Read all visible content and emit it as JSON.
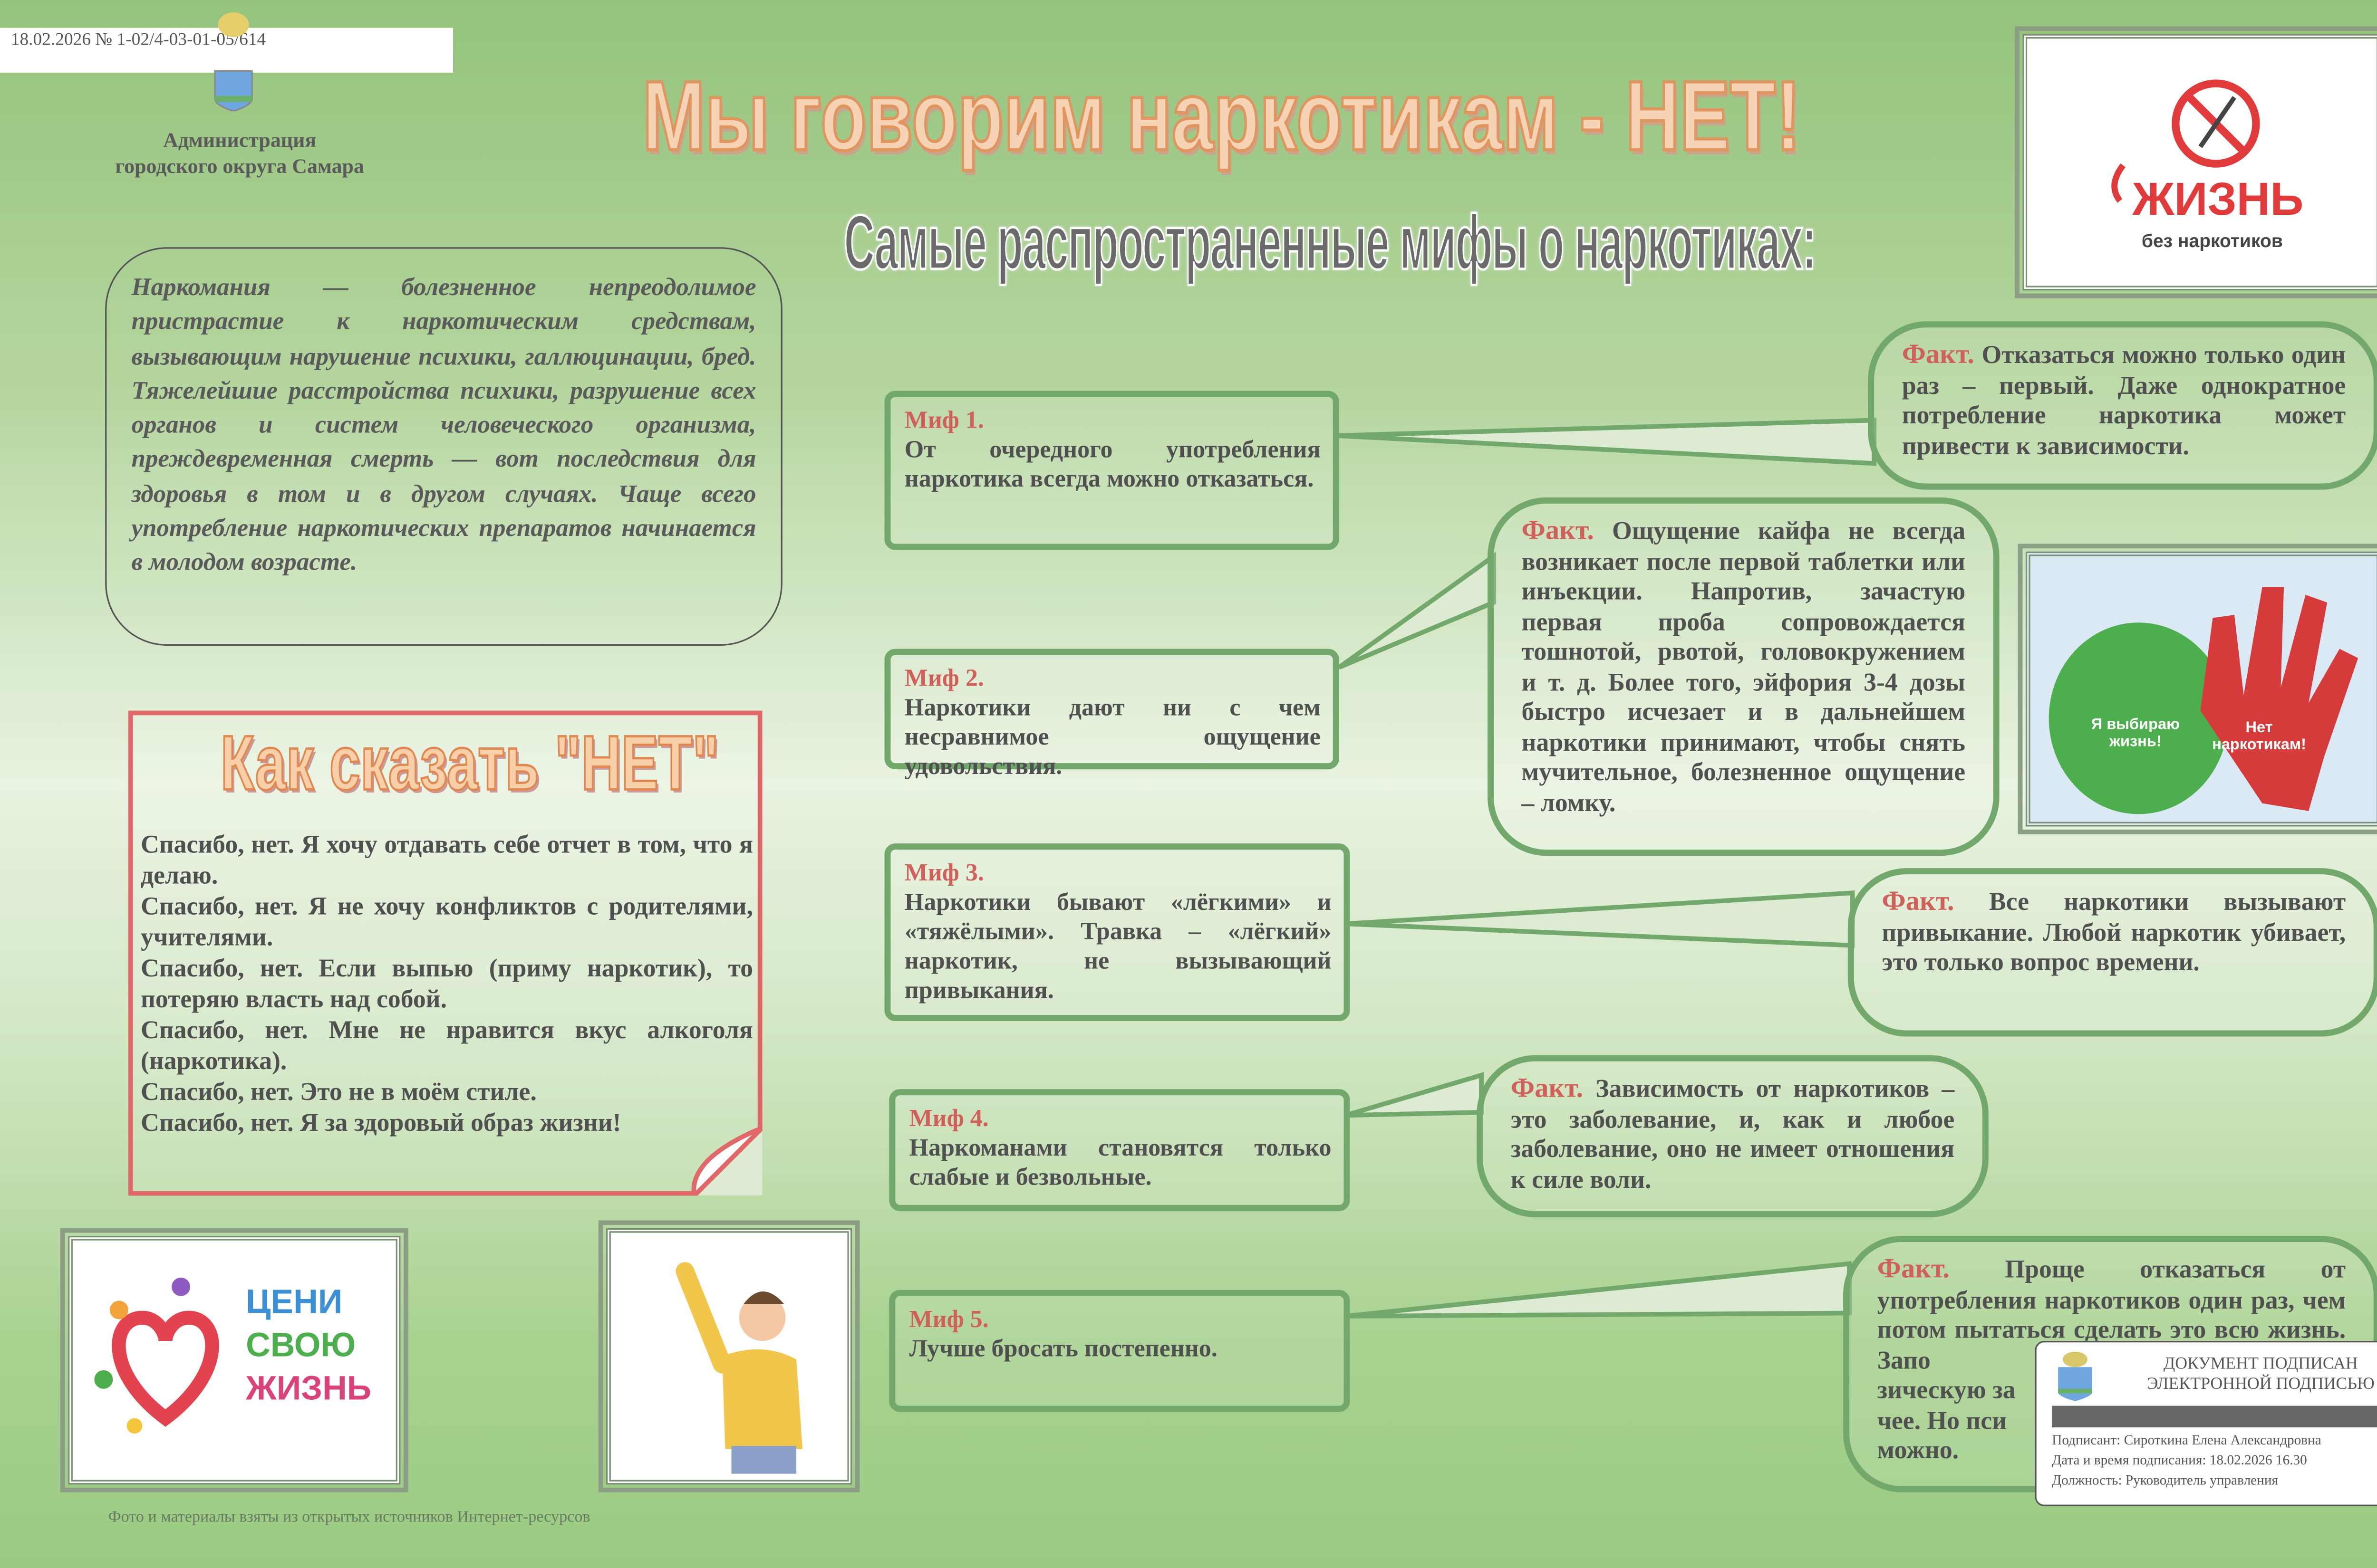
{
  "header": {
    "doc_number": "18.02.2026 № 1-02/4-03-01-05/614",
    "admin_line1": "Администрация",
    "admin_line2": "городского округа Самара",
    "title": "Мы говорим наркотикам - НЕТ!",
    "subtitle": "Самые распространенные мифы о наркотиках:"
  },
  "logo_top": {
    "line1": "ЖИЗНЬ",
    "line2": "без наркотиков"
  },
  "intro": "Наркомания — болезненное непреодолимое пристрастие к наркотическим средствам, вызывающим нарушение психики, галлюцинации, бред. Тяжелейшие расстройства психики, разрушение всех органов и систем человеческого организма, преждевременная смерть — вот последствия для здоровья в том и в другом случаях. Чаще всего употребление наркотических препаратов начинается в молодом возрасте.",
  "say_no": {
    "title": "Как сказать \"НЕТ\"",
    "items": [
      "Спасибо, нет. Я хочу отдавать себе отчет в том, что я делаю.",
      "Спасибо, нет. Я не хочу конфликтов с родителями, учителями.",
      "Спасибо, нет. Если выпью (приму наркотик), то потеряю власть над собой.",
      "Спасибо, нет. Мне не нравится вкус алкоголя (наркотика).",
      "Спасибо, нет. Это не в моём стиле.",
      "Спасибо, нет. Я за здоровый образ жизни!"
    ]
  },
  "myths": [
    {
      "label": "Миф 1.",
      "text": "От очередного употребления наркотика всегда можно отказаться."
    },
    {
      "label": "Миф 2.",
      "text": "Наркотики дают ни с чем несравнимое ощущение удовольствия."
    },
    {
      "label": "Миф 3.",
      "text": "Наркотики бывают «лёгкими» и «тяжёлыми». Травка – «лёгкий» наркотик, не вызывающий привыкания."
    },
    {
      "label": "Миф 4.",
      "text": "Наркоманами становятся только слабые и безвольные."
    },
    {
      "label": "Миф 5.",
      "text": "Лучше бросать постепенно."
    }
  ],
  "facts": [
    {
      "label": "Факт.",
      "text": "Отказаться можно только один раз – первый. Даже однократное потребление наркотика может привести к зависимости."
    },
    {
      "label": "Факт.",
      "text": "Ощущение кайфа не всегда возникает после первой таблетки или инъекции. Напротив, зачастую первая проба сопровождается тошнотой, рвотой, головокружением и т. д. Более того, эйфория 3-4 дозы быстро исчезает и в дальнейшем наркотики принимают, чтобы снять мучительное, болезненное ощущение – ломку."
    },
    {
      "label": "Факт.",
      "text": "Все наркотики вызывают привыкание. Любой наркотик убивает, это только вопрос времени."
    },
    {
      "label": "Факт.",
      "text": "Зависимость от наркотиков – это заболевание, и, как и любое заболевание, оно не имеет отношения к силе воли."
    },
    {
      "label": "Факт.",
      "text": "Проще отказаться от употребления наркотиков один раз, чем потом пытаться сделать это всю жизнь. Запо"
    },
    {
      "extra_lines": [
        "зическую за",
        "чее. Но пси",
        "можно."
      ]
    }
  ],
  "images": {
    "apple_text": "Я выбираю жизнь!",
    "hand_text": "Нет наркотикам!",
    "cherish_line1": "ЦЕНИ",
    "cherish_line2": "СВОЮ",
    "cherish_line3": "ЖИЗНЬ"
  },
  "caption": "Фото и материалы взяты из открытых источников Интернет-ресурсов",
  "stamp": {
    "line1": "ДОКУМЕНТ ПОДПИСАН",
    "line2": "ЭЛЕКТРОННОЙ ПОДПИСЬЮ",
    "signer": "Подписант: Сироткина Елена Александровна",
    "datetime": "Дата и время подписания: 18.02.2026 16.30",
    "position": "Должность: Руководитель управления"
  },
  "colors": {
    "accent_red": "#d0605a",
    "border_green": "#72a86c",
    "text": "#555555"
  }
}
